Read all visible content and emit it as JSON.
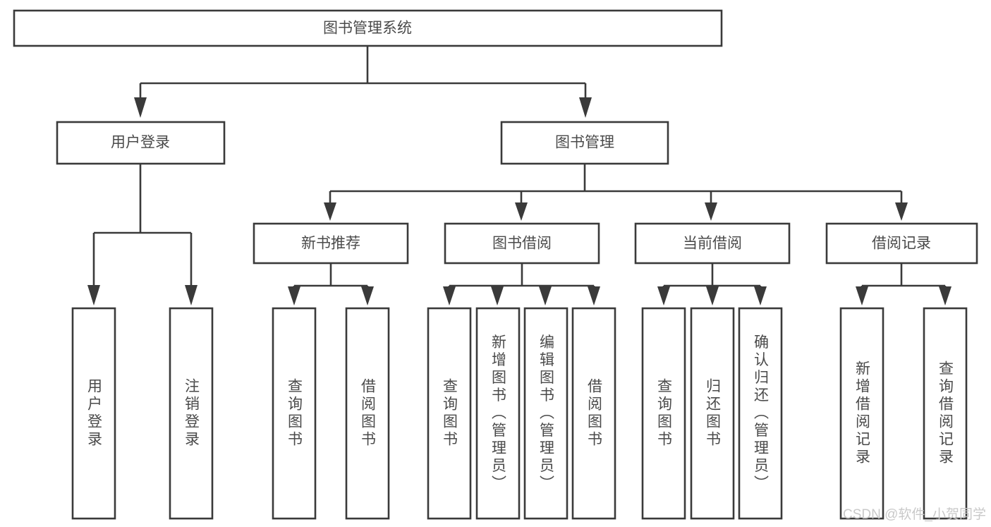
{
  "diagram": {
    "type": "hierarchy-tree",
    "title": "图书管理系统",
    "root": {
      "label": "图书管理系统"
    },
    "level1": [
      {
        "label": "用户登录"
      },
      {
        "label": "图书管理"
      }
    ],
    "level2": [
      {
        "label": "新书推荐"
      },
      {
        "label": "图书借阅"
      },
      {
        "label": "当前借阅"
      },
      {
        "label": "借阅记录"
      }
    ],
    "leaves": {
      "user_login": [
        {
          "label": "用户登录"
        },
        {
          "label": "注销登录"
        }
      ],
      "new_book_recommend": [
        {
          "label": "查询图书"
        },
        {
          "label": "借阅图书"
        }
      ],
      "book_borrow": [
        {
          "label": "查询图书"
        },
        {
          "label": "新增图书（管理员）"
        },
        {
          "label": "编辑图书（管理员）"
        },
        {
          "label": "借阅图书"
        }
      ],
      "current_borrow": [
        {
          "label": "查询图书"
        },
        {
          "label": "归还图书"
        },
        {
          "label": "确认归还（管理员）"
        }
      ],
      "borrow_record": [
        {
          "label": "新增借阅记录"
        },
        {
          "label": "查询借阅记录"
        }
      ]
    }
  },
  "watermark": {
    "text": "CSDN @软件_小贺同学"
  },
  "colors": {
    "background": "#ffffff",
    "stroke": "#3a3a3a",
    "text": "#4a4a4a",
    "watermark": "#c9c9c9"
  }
}
